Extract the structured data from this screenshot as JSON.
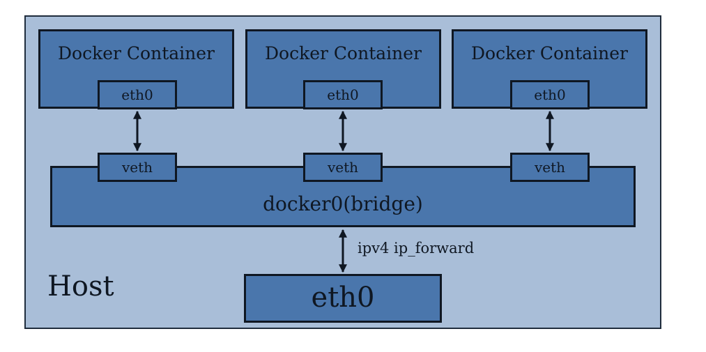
{
  "host": {
    "label": "Host"
  },
  "containers": [
    {
      "title": "Docker Container",
      "eth": "eth0",
      "veth": "veth"
    },
    {
      "title": "Docker Container",
      "eth": "eth0",
      "veth": "veth"
    },
    {
      "title": "Docker Container",
      "eth": "eth0",
      "veth": "veth"
    }
  ],
  "bridge": {
    "label": "docker0(bridge)"
  },
  "forward": {
    "label": "ipv4 ip_forward"
  },
  "host_eth": {
    "label": "eth0"
  },
  "colors": {
    "host_background": "#a9bed8",
    "box_fill": "#4a76ac",
    "outline": "#0f1722"
  }
}
